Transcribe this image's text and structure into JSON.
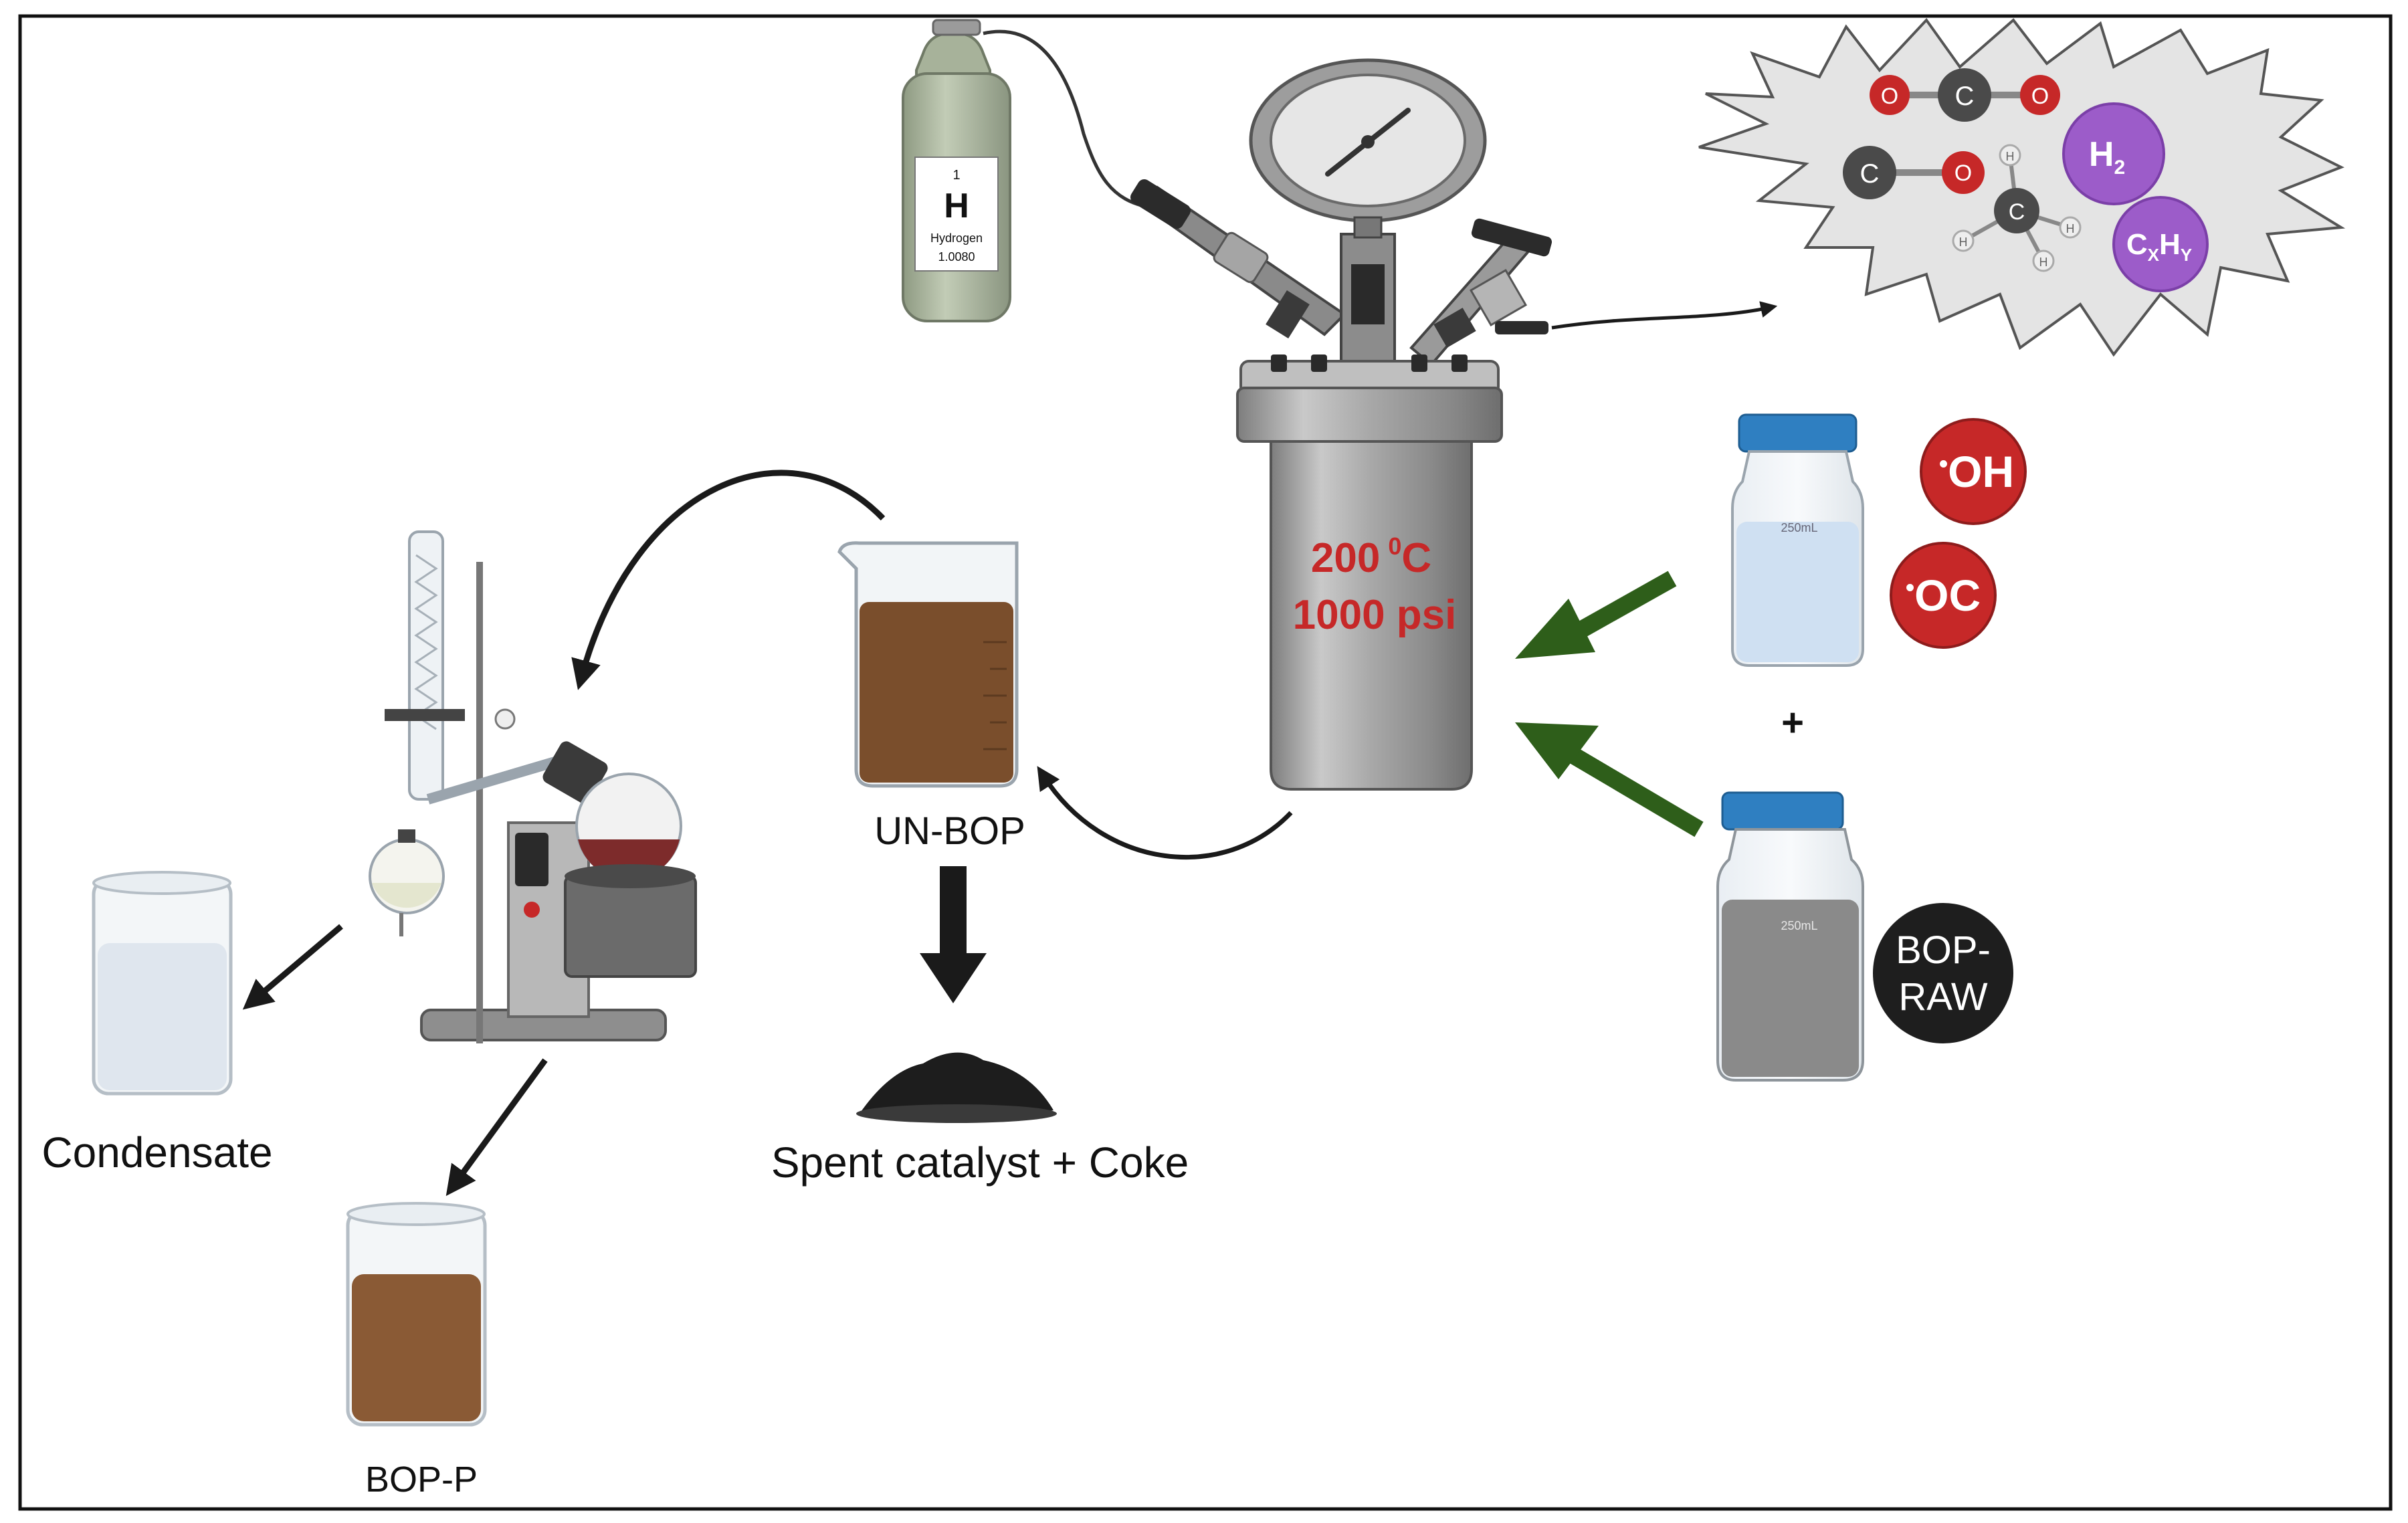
{
  "cylinder": {
    "atomic_number": "1",
    "symbol": "H",
    "name": "Hydrogen",
    "mass": "1.0080"
  },
  "reactor": {
    "temperature_value": "200",
    "temperature_sup": "0",
    "temperature_unit": "C",
    "pressure": "1000 psi"
  },
  "gas_cloud": {
    "co2_atoms": [
      "O",
      "C",
      "O"
    ],
    "co_atoms": [
      "C",
      "O"
    ],
    "methane_center": "C",
    "methane_h": [
      "H",
      "H",
      "H",
      "H"
    ],
    "h2_base": "H",
    "h2_sub": "2",
    "cxhy": {
      "c": "C",
      "x": "X",
      "h": "H",
      "y": "Y"
    }
  },
  "radicals": {
    "oh": "OH",
    "oc": "OC",
    "dot": "•"
  },
  "bottles": {
    "top_volume": "250mL",
    "bottom_volume": "250mL",
    "plus": "+"
  },
  "badges": {
    "bop_raw_line1": "BOP-",
    "bop_raw_line2": "RAW"
  },
  "labels": {
    "un_bop": "UN-BOP",
    "spent": "Spent catalyst + Coke",
    "condensate": "Condensate",
    "bop_p": "BOP-P"
  },
  "colors": {
    "border": "#111111",
    "arrow_dark": "#1a1a1a",
    "arrow_green": "#2e5e1a",
    "radical_red": "#c62828",
    "condition_red": "#c62828",
    "purple": "#9c5cc9",
    "liquid_brown": "#7a4e2c",
    "liquid_blue": "#cfe0f2",
    "cloud_fill": "#e4e4e4",
    "steel": "#9a9a9a"
  }
}
